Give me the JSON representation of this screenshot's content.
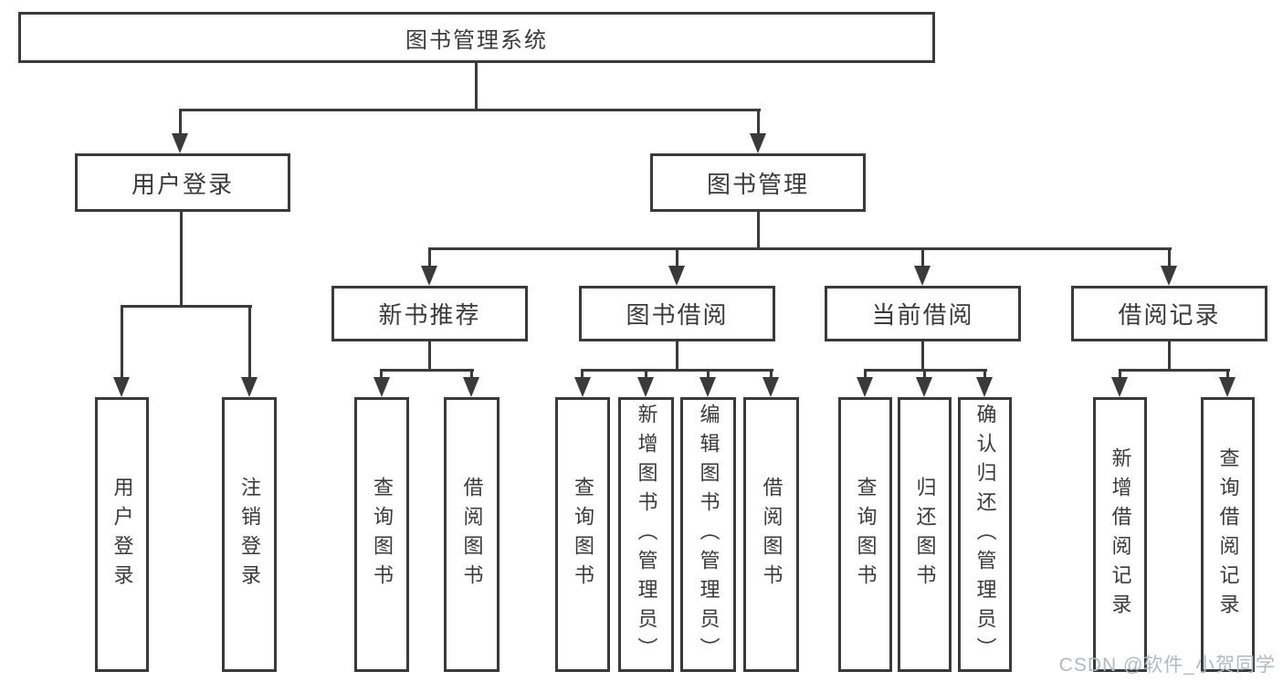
{
  "nodes": {
    "root": "图书管理系统",
    "level2": {
      "user_login": "用户登录",
      "book_mgmt": "图书管理"
    },
    "level3": {
      "new_books": "新书推荐",
      "book_borrow": "图书借阅",
      "current_borrow": "当前借阅",
      "borrow_records": "借阅记录"
    },
    "leaves": {
      "user_login": "用户登录",
      "logout": "注销登录",
      "nb_query": "查询图书",
      "nb_borrow": "借阅图书",
      "bb_query": "查询图书",
      "bb_add": "新增图书（管理员）",
      "bb_edit": "编辑图书（管理员）",
      "bb_borrow": "借阅图书",
      "cb_query": "查询图书",
      "cb_return": "归还图书",
      "cb_confirm": "确认归还（管理员）",
      "br_add": "新增借阅记录",
      "br_query": "查询借阅记录"
    }
  },
  "watermark": "CSDN @软件_小贺同学",
  "colors": {
    "line": "#3a3a3a",
    "text": "#3a3a3a",
    "watermark": "#b4b7bc",
    "background": "#ffffff"
  }
}
